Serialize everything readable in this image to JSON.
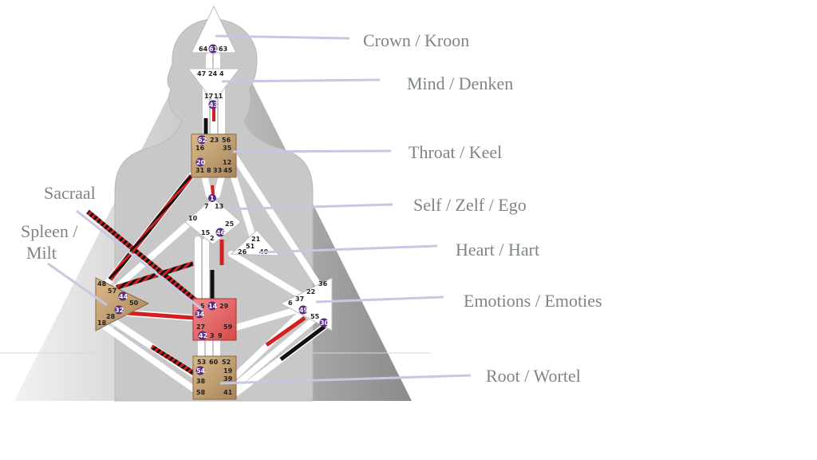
{
  "labels": {
    "crown": "Crown / Kroon",
    "mind": "Mind / Denken",
    "throat": "Throat / Keel",
    "self": "Self / Zelf / Ego",
    "heart": "Heart / Hart",
    "emotions": "Emotions / Emoties",
    "root": "Root / Wortel",
    "sacral": "Sacraal",
    "spleen_line1": "Spleen /",
    "spleen_line2": "Milt"
  },
  "colors": {
    "label_text": "#7d8583",
    "pointer_line": "#c9c6e2",
    "triangle_light": "#e8e8e8",
    "triangle_dark": "#8e8e8e",
    "silhouette": "#c9c9c9",
    "defined_center": "#c9a575",
    "sacral_center": "#e86a6a",
    "undefined_center": "#ffffff",
    "channel_red": "#d41f1f",
    "channel_black": "#111111",
    "activation": "#5a2a86"
  },
  "gates": {
    "crown": [
      "64",
      "61",
      "63"
    ],
    "mind_top": [
      "47",
      "24",
      "4"
    ],
    "mind_bottom": [
      "17",
      "11",
      "43"
    ],
    "throat": [
      "62",
      "23",
      "56",
      "16",
      "35",
      "20",
      "12",
      "31",
      "8",
      "33",
      "45"
    ],
    "self": [
      "1",
      "7",
      "13",
      "10",
      "25",
      "15",
      "46",
      "2"
    ],
    "heart": [
      "21",
      "51",
      "26",
      "40"
    ],
    "sacral": [
      "5",
      "14",
      "29",
      "34",
      "27",
      "59",
      "42",
      "3",
      "9"
    ],
    "spleen": [
      "48",
      "57",
      "44",
      "50",
      "32",
      "28",
      "18"
    ],
    "emotions": [
      "36",
      "22",
      "37",
      "6",
      "49",
      "55",
      "30"
    ],
    "root": [
      "53",
      "60",
      "52",
      "54",
      "19",
      "38",
      "39",
      "58",
      "41"
    ]
  }
}
